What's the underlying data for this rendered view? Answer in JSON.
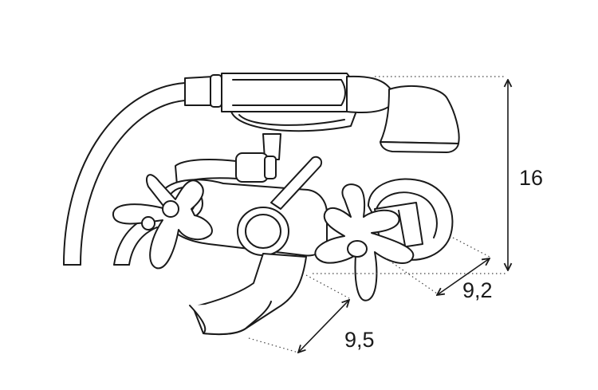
{
  "dimensions": {
    "height_label": "16",
    "depth_label": "9,2",
    "spout_label": "9,5"
  },
  "colors": {
    "line": "#1a1a1a",
    "background": "#ffffff"
  }
}
